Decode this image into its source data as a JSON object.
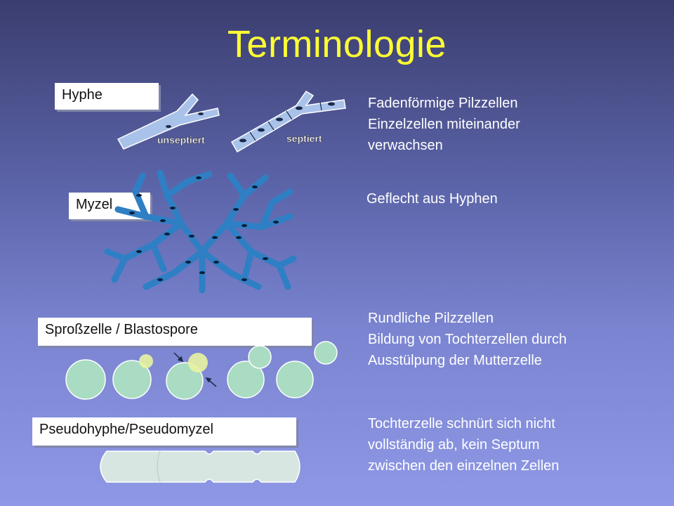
{
  "title": "Terminologie",
  "colors": {
    "title": "#ffff33",
    "hyphe_fill": "#a9c2ea",
    "myzel_fill": "#2f7fc4",
    "spore_fill": "#a9dcc2",
    "pseudo_fill": "#d8e6e2"
  },
  "sections": {
    "hyphe": {
      "label": "Hyphe",
      "tag_unseptiert": "unseptiert",
      "tag_septiert": "septiert",
      "lines": [
        "Fadenförmige Pilzzellen",
        "Einzelzellen miteinander",
        "verwachsen"
      ]
    },
    "myzel": {
      "label": "Myzel",
      "lines": [
        "Geflecht aus Hyphen"
      ]
    },
    "sprosszelle": {
      "label": "Sproßzelle / Blastospore",
      "lines": [
        "Rundliche Pilzzellen",
        "Bildung von Tochterzellen durch",
        "Ausstülpung der Mutterzelle"
      ]
    },
    "pseudohyphe": {
      "label": "Pseudohyphe/Pseudomyzel",
      "lines": [
        "Tochterzelle schnürt sich nicht",
        "vollständig ab, kein Septum",
        "zwischen den einzelnen Zellen"
      ]
    }
  }
}
